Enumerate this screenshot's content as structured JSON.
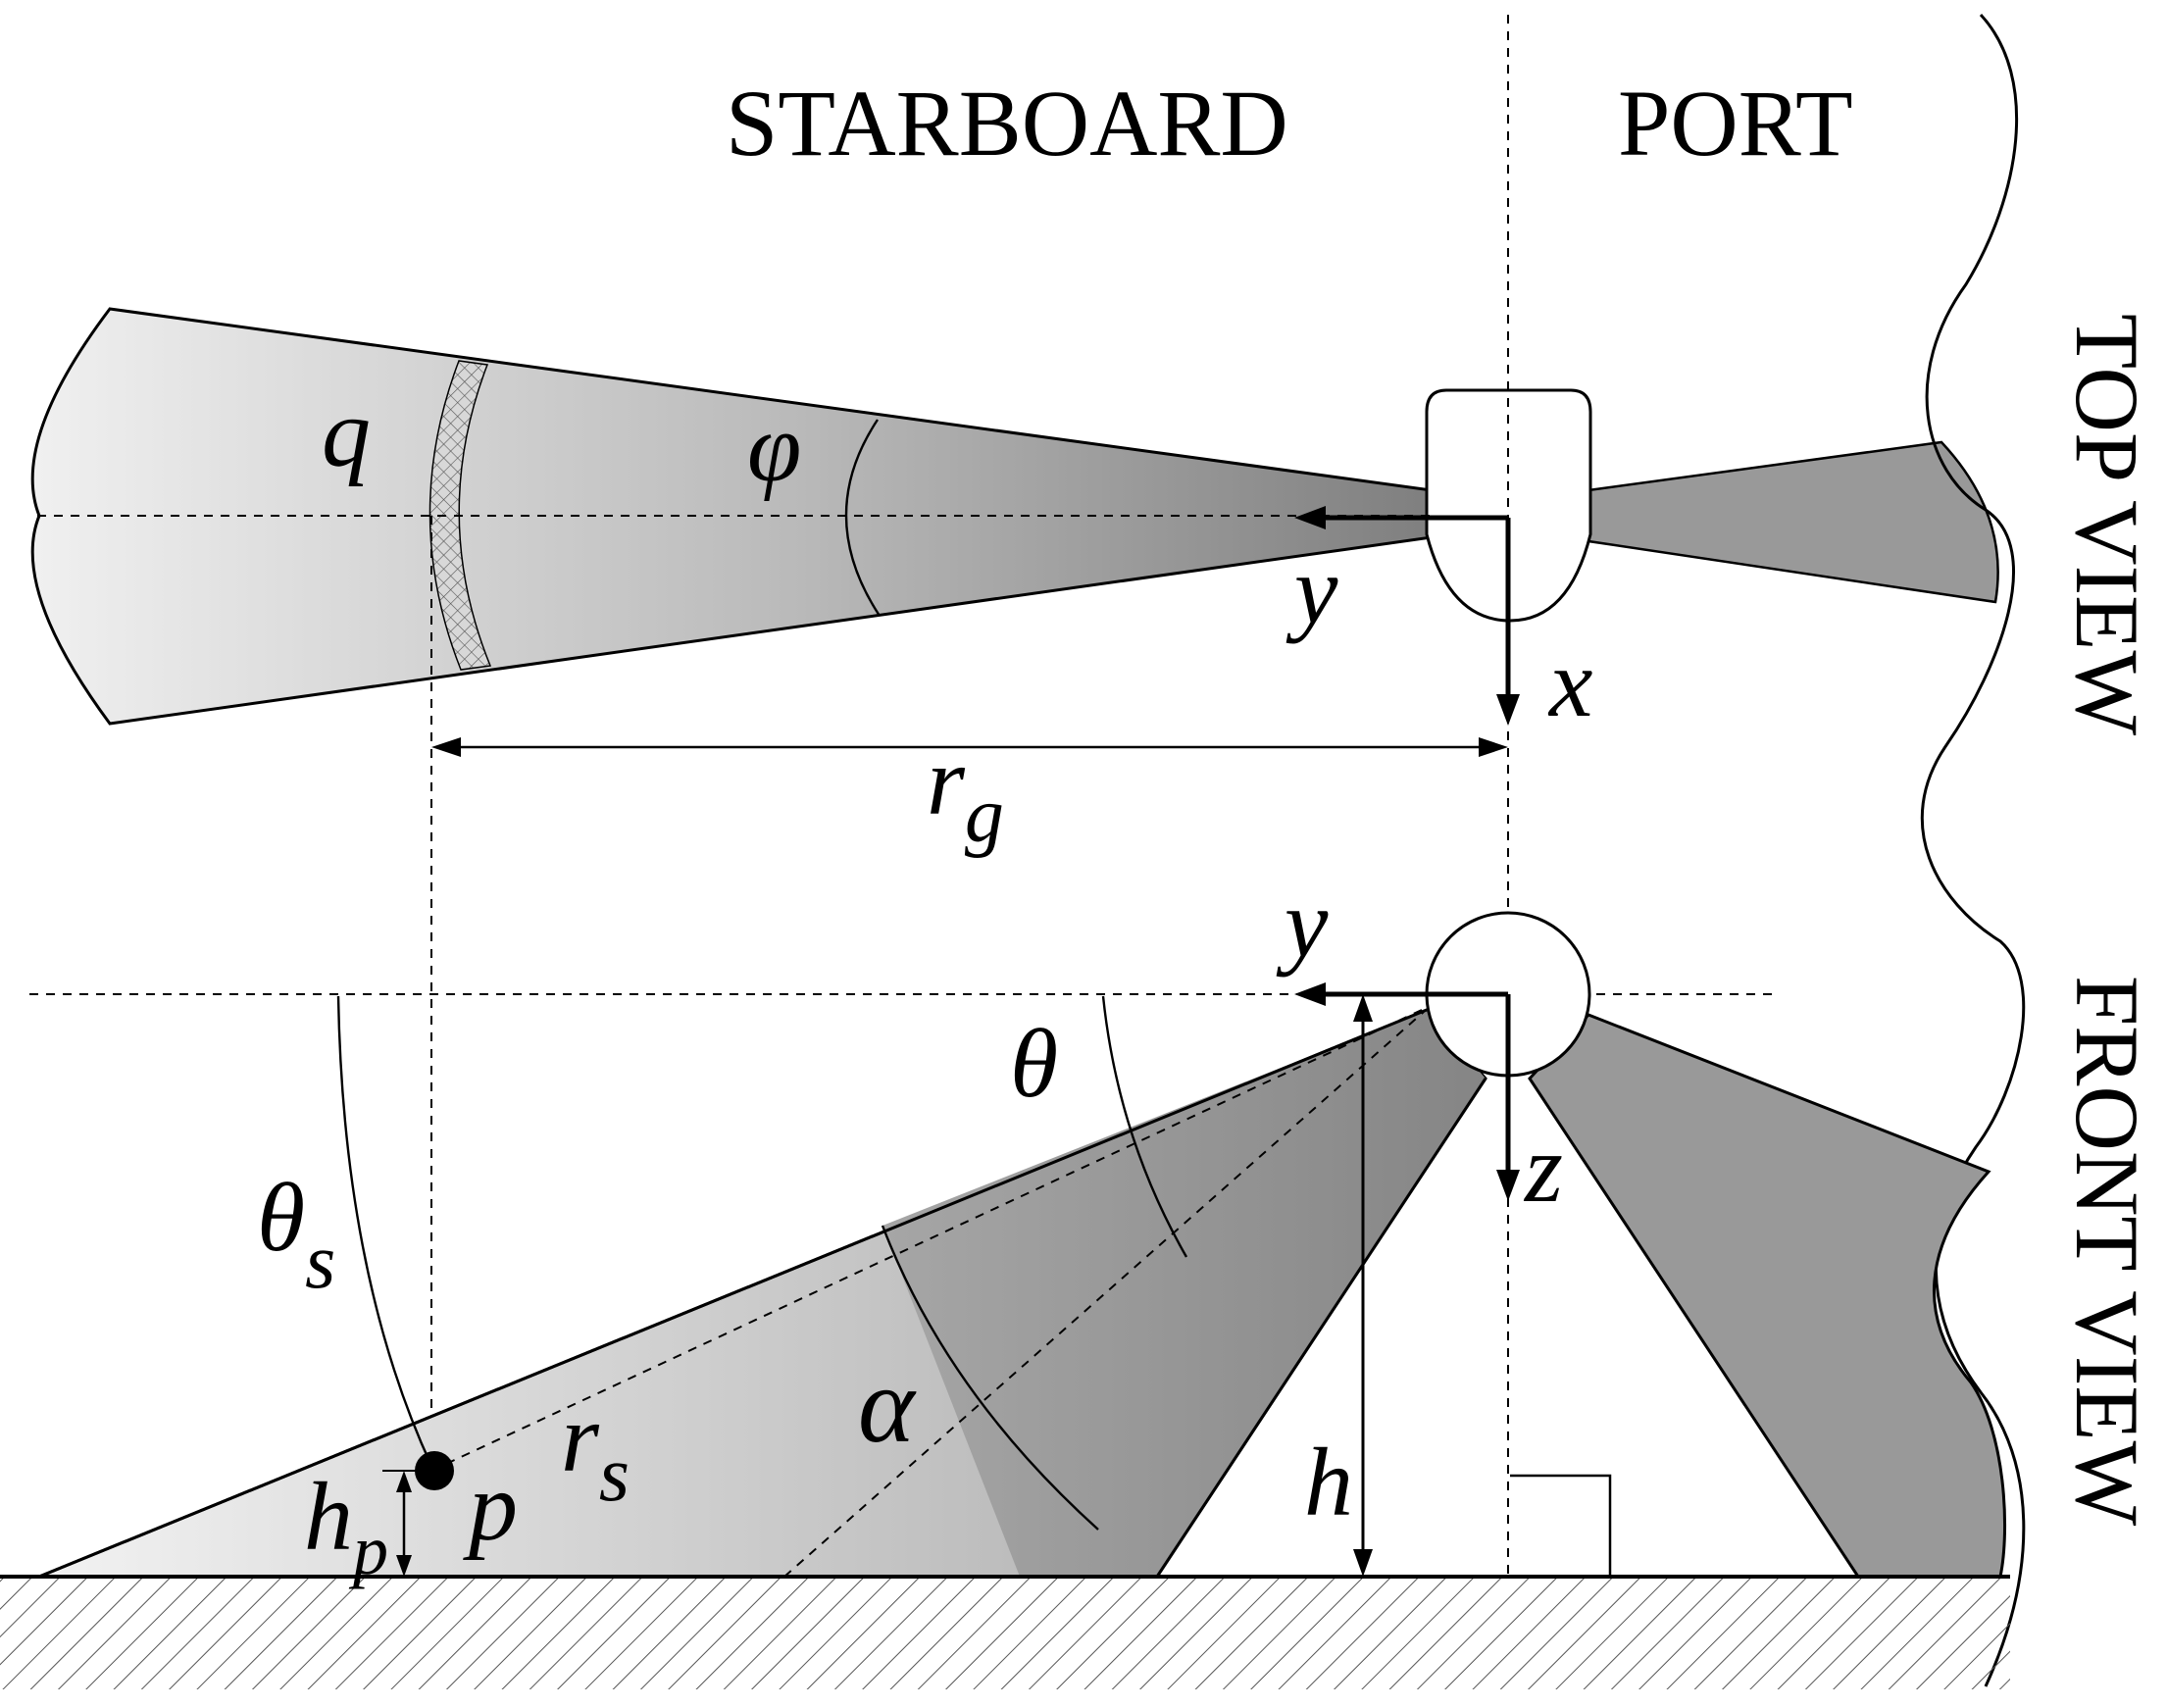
{
  "labels": {
    "starboard": "STARBOARD",
    "port": "PORT",
    "top_view": "TOP VIEW",
    "front_view": "FRONT VIEW"
  },
  "symbols": {
    "q": "q",
    "phi": "φ",
    "y_top": "y",
    "x_top": "x",
    "r_g_base": "r",
    "r_g_sub": "g",
    "y_front": "y",
    "z_front": "z",
    "theta": "θ",
    "theta_s_base": "θ",
    "theta_s_sub": "s",
    "alpha": "α",
    "r_s_base": "r",
    "r_s_sub": "s",
    "p": "p",
    "h_p_base": "h",
    "h_p_sub": "p",
    "h": "h"
  },
  "colors": {
    "beam_light": "#ececec",
    "beam_mid": "#b4b4b4",
    "beam_dark": "#8c8c8c",
    "beam_port": "#999999",
    "ground_hatch": "#555555",
    "ink": "#000000"
  }
}
